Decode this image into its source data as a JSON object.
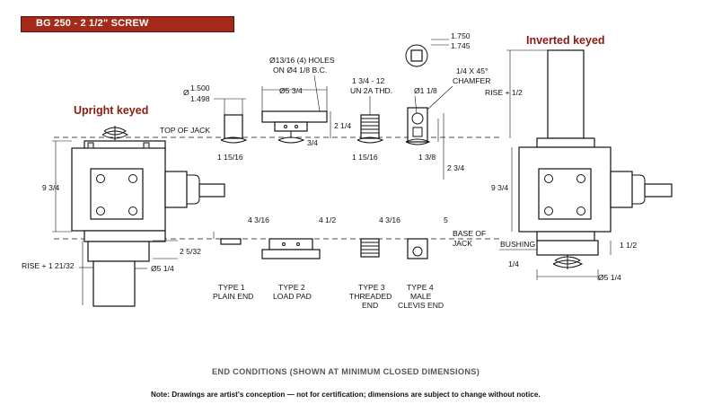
{
  "header": {
    "title": "BG 250 - 2 1/2\" SCREW"
  },
  "labels": {
    "upright": "Upright keyed",
    "inverted": "Inverted keyed",
    "top_of_jack": "TOP OF JACK",
    "base_of_jack_1": "BASE OF",
    "base_of_jack_2": "JACK",
    "bushing": "BUSHING"
  },
  "dimensions": {
    "d1500": "1.500",
    "d1498": "1.498",
    "phi_1500": "Ø",
    "holes_1": "Ø13/16 (4) HOLES",
    "holes_2": "ON Ø4 1/8 B.C.",
    "pad_dia": "Ø5 3/4",
    "pad_h": "2 1/4",
    "pad_34": "3/4",
    "thread_1": "1 3/4 - 12",
    "thread_2": "UN 2A THD.",
    "clevis_dia": "Ø1 1/8",
    "clevis_top_1": "1.750",
    "clevis_top_2": "1.745",
    "chamfer_1": "1/4 X 45°",
    "chamfer_2": "CHAMFER",
    "rise_half": "RISE + 1/2",
    "type1_h": "1 15/16",
    "type3_h": "1 15/16",
    "clevis_138": "1 3/8",
    "clevis_234": "2 3/4",
    "height_left": "9 3/4",
    "height_right": "9 3/4",
    "rise_left": "RISE + 1 21/32",
    "d2532": "2 5/32",
    "shaft_left": "Ø5 1/4",
    "t1_len": "4 3/16",
    "t2_len": "4 1/2",
    "t3_len": "4 3/16",
    "t4_len": "5",
    "bush_112": "1 1/2",
    "bush_14": "1/4",
    "shaft_right": "Ø5 1/4"
  },
  "types": [
    {
      "line1": "TYPE 1",
      "line2": "PLAIN END"
    },
    {
      "line1": "TYPE 2",
      "line2": "LOAD PAD"
    },
    {
      "line1": "TYPE 3",
      "line2": "THREADED",
      "line3": "END"
    },
    {
      "line1": "TYPE 4",
      "line2": "MALE",
      "line3": "CLEVIS END"
    }
  ],
  "caption": "END CONDITIONS (SHOWN AT MINIMUM CLOSED DIMENSIONS)",
  "note": "Note: Drawings are artist's conception — not for certification; dimensions are subject to change without notice."
}
